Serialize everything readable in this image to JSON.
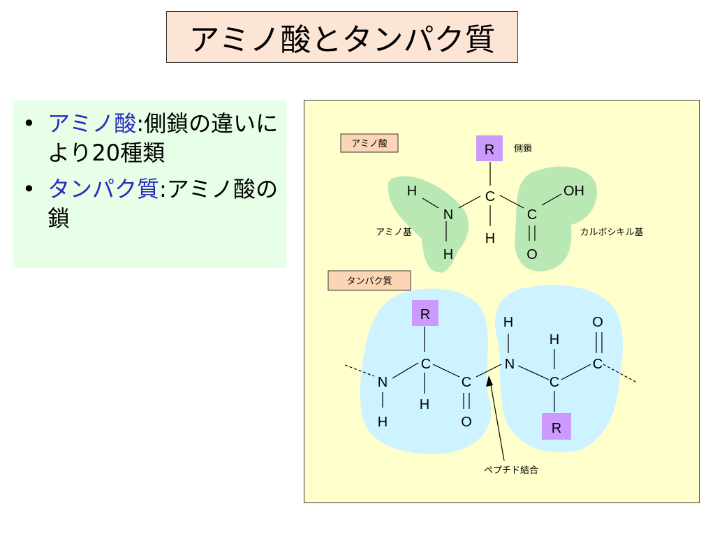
{
  "title": "アミノ酸とタンパク質",
  "bullets": [
    {
      "marker": "•",
      "term": "アミノ酸",
      "separator": ":",
      "text": "側鎖の違いにより20種類"
    },
    {
      "marker": "•",
      "term": "タンパク質",
      "separator": ":",
      "text": "アミノ酸の鎖"
    }
  ],
  "diagram": {
    "amino_label": "アミノ酸",
    "protein_label": "タンパク質",
    "side_chain_label": "側鎖",
    "amino_group_label": "アミノ基",
    "carboxyl_group_label": "カルボシキル基",
    "peptide_bond_label": "ペプチド結合",
    "atoms": {
      "R": "R",
      "H": "H",
      "N": "N",
      "C": "C",
      "O": "O",
      "OH": "OH"
    }
  },
  "colors": {
    "title_bg": "#fde5d6",
    "bullet_bg": "#e6ffe6",
    "term_text": "#2b2bbd",
    "diagram_bg": "#ffffcc",
    "label_bg": "#fcd5b4",
    "r_box": "#cc99ff",
    "amino_blob": "#b9e8b4",
    "protein_blob": "#ccf3ff"
  }
}
